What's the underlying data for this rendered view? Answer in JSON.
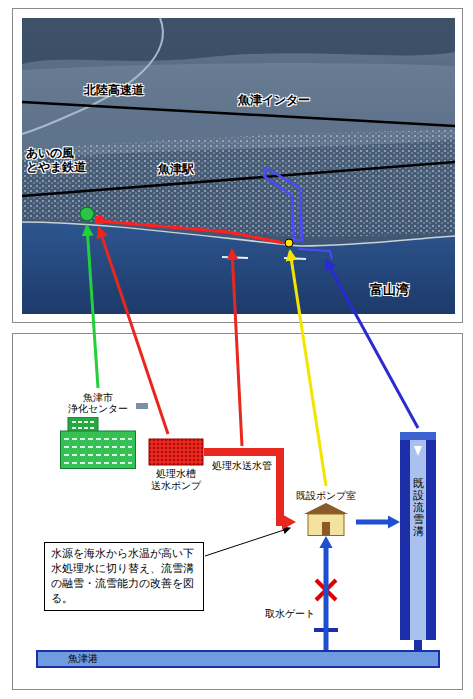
{
  "diagram": {
    "nodes": [
      {
        "text": [
          "魚津市 浄化センター"
        ]
      },
      {
        "text": [
          "処理水槽 送水ポンプ"
        ]
      },
      {
        "text": [
          "既設ポンプ室"
        ]
      },
      {
        "text": [
          "既設流雪溝"
        ]
      },
      {
        "text": [
          "魚津港"
        ]
      },
      {
        "text": [
          "水源を海水から水温が高い下水処理水に切り替え、流雪溝の融雪・流雪能力の改善を図る。"
        ]
      }
    ],
    "edges": [
      {
        "from": 0,
        "to": 1,
        "arrow": "none"
      },
      {
        "from": 1,
        "to": 2,
        "arrow": "to",
        "label": "処理水送水管"
      },
      {
        "from": 4,
        "to": 2,
        "arrow": "to",
        "label": "取水ゲート"
      },
      {
        "from": 2,
        "to": 3,
        "arrow": "to"
      },
      {
        "from": 3,
        "to": 4,
        "arrow": "none"
      }
    ],
    "labels": [
      "北陸高速道",
      "魚津インター",
      "あいの風 とやま鉄道",
      "魚津駅",
      "富山湾"
    ]
  }
}
